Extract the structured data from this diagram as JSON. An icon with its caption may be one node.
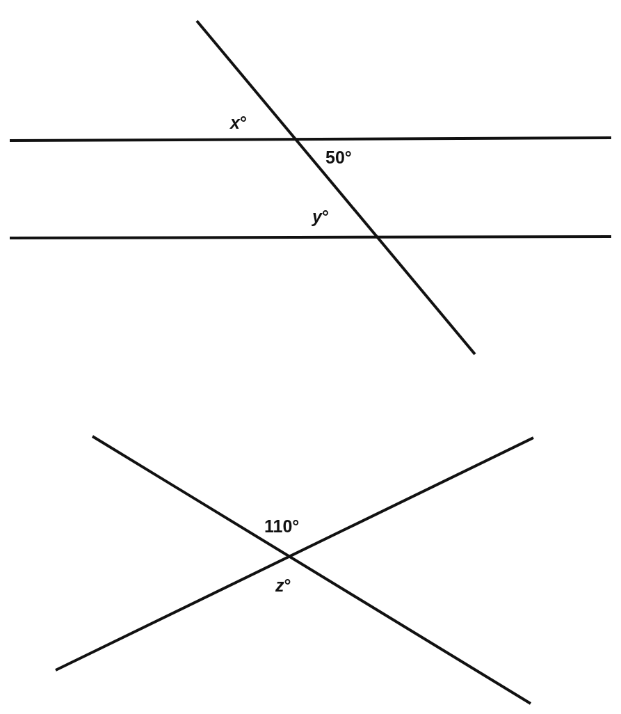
{
  "diagram": {
    "labels": [
      "*x*°",
      "50°",
      "*y*°",
      "110°",
      "*z*°"
    ]
  }
}
